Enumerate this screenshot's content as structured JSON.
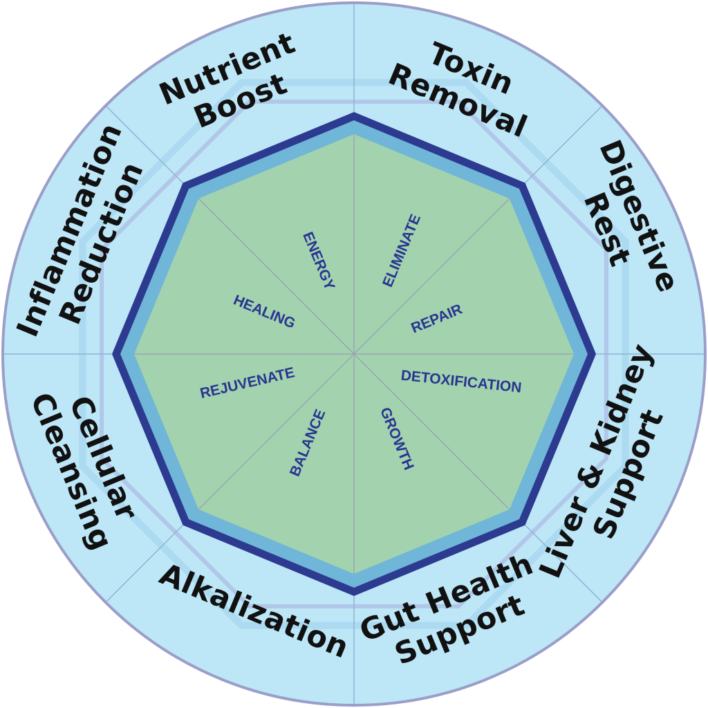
{
  "diagram": {
    "outer_labels": [
      {
        "lines": [
          "Toxin",
          "Removal"
        ]
      },
      {
        "lines": [
          "Digestive",
          "Rest"
        ]
      },
      {
        "lines": [
          "Liver & Kidney",
          "Support"
        ]
      },
      {
        "lines": [
          "Gut Health",
          "Support"
        ]
      },
      {
        "lines": [
          "Alkalization"
        ]
      },
      {
        "lines": [
          "Cellular",
          "Cleansing"
        ]
      },
      {
        "lines": [
          "Inflammation",
          "Reduction"
        ]
      },
      {
        "lines": [
          "Nutrient",
          "Boost"
        ]
      }
    ],
    "inner_labels": [
      {
        "text": "ELIMINATE"
      },
      {
        "text": "REPAIR"
      },
      {
        "text": "DETOXIFICATION"
      },
      {
        "text": "GROWTH"
      },
      {
        "text": "BALANCE"
      },
      {
        "text": "REJUVENATE"
      },
      {
        "text": "HEALING"
      },
      {
        "text": "ENERGY"
      }
    ],
    "colors": {
      "outer_ring": "#bde6f7",
      "outer_border": "#9a9ec8",
      "ring_band": "#a9d8f0",
      "octagon_outline": "#2c3a8f",
      "octagon_band": "#6fb6d8",
      "center_fill": "#a2d2ae",
      "inner_text": "#2a3590",
      "outer_text": "#111111"
    }
  }
}
